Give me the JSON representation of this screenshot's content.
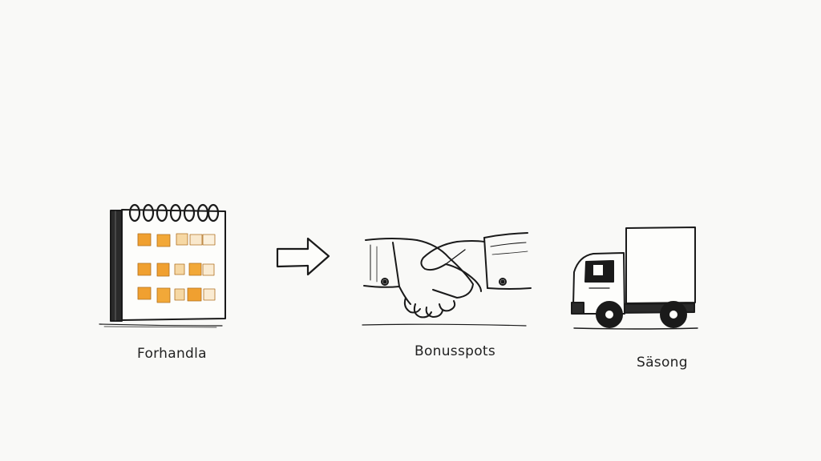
{
  "steps": [
    {
      "label": "Forhandla",
      "icon": "calendar-icon"
    },
    {
      "label": "Bonusspots",
      "icon": "handshake-icon"
    },
    {
      "label": "Säsong",
      "icon": "truck-icon"
    }
  ],
  "connector": {
    "icon": "arrow-right-icon"
  },
  "colors": {
    "ink": "#1a1a1a",
    "accent_orange": "#f0a030",
    "accent_light": "#f6d8a4",
    "background": "#f9f9f7"
  }
}
